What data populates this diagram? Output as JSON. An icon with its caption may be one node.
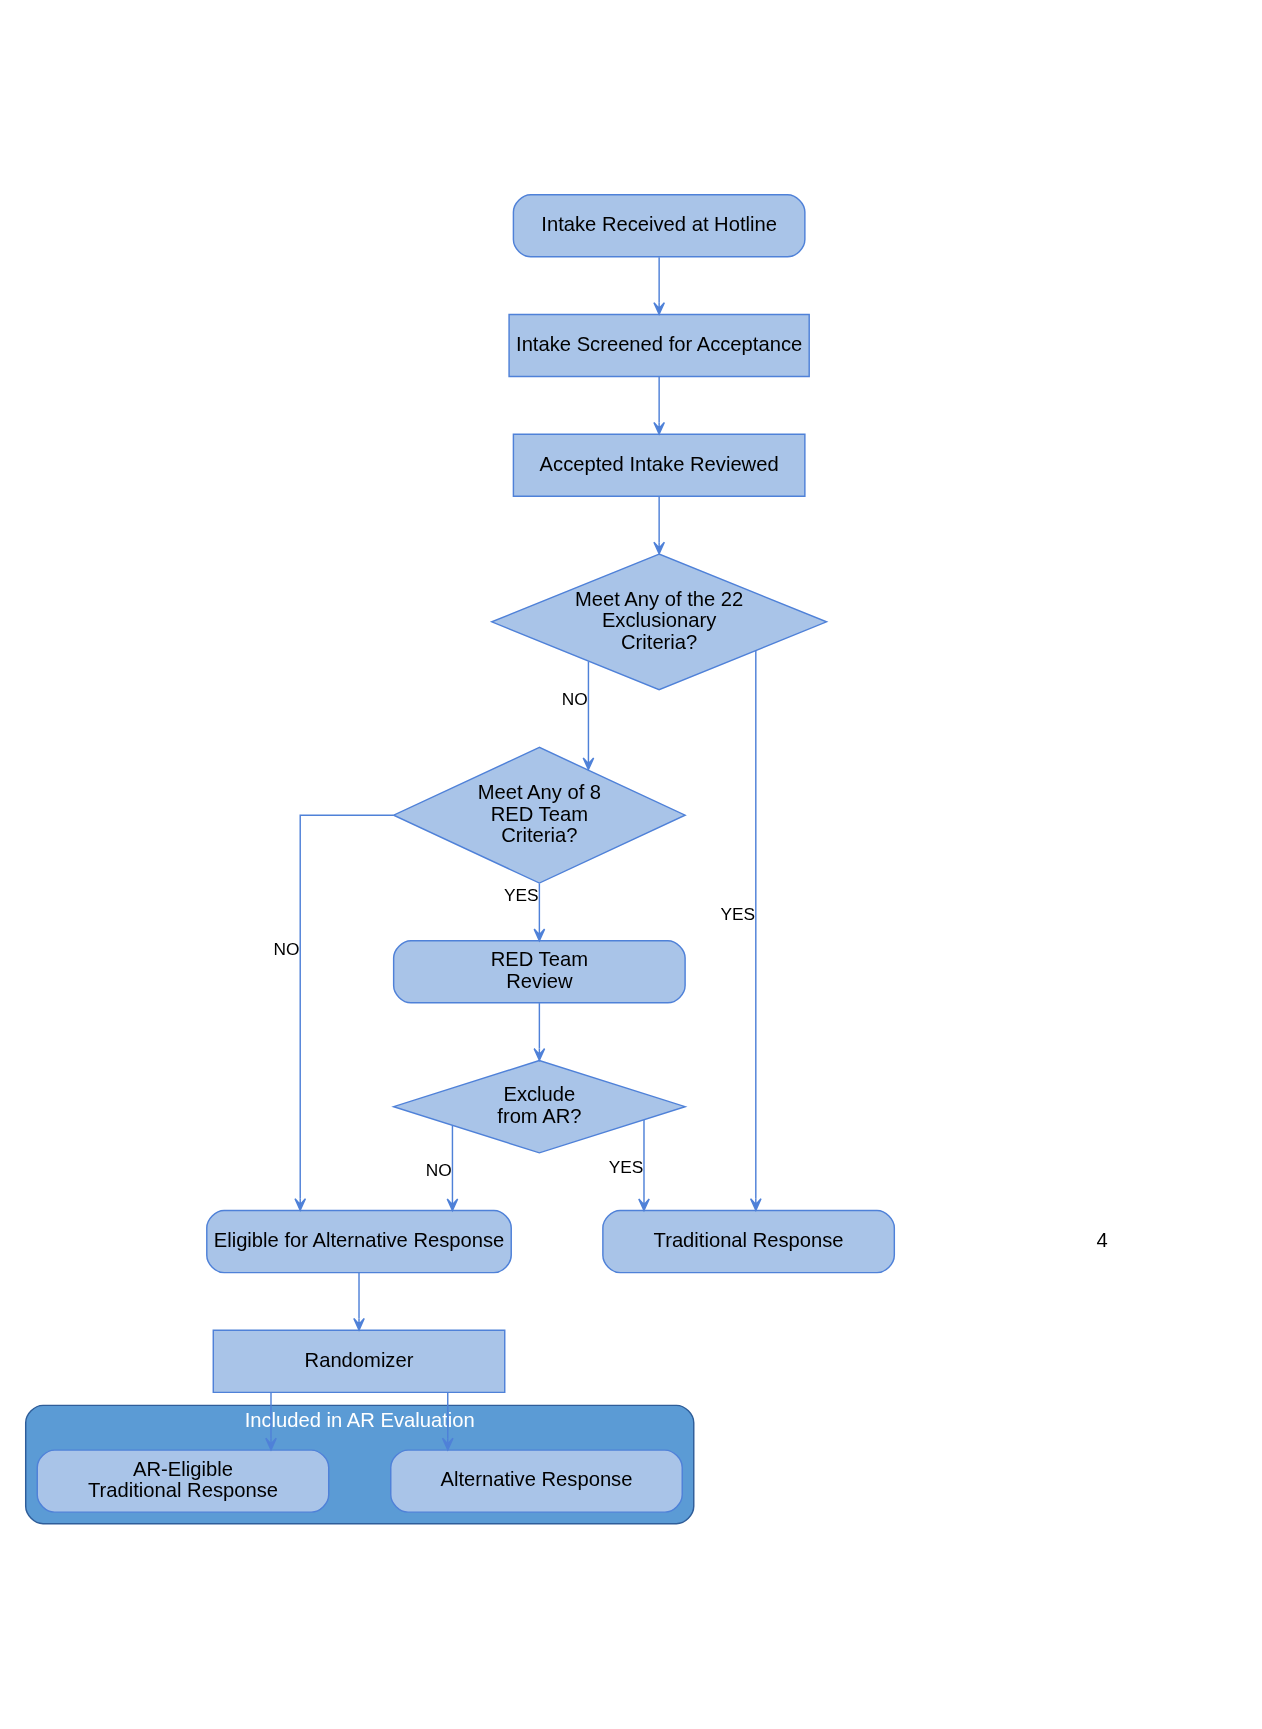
{
  "diagram": {
    "nodes": [
      {
        "text": [
          "Intake Received at Hotline"
        ]
      },
      {
        "text": [
          "Intake Screened for Acceptance"
        ]
      },
      {
        "text": [
          "Accepted Intake Reviewed"
        ]
      },
      {
        "text": [
          "Meet Any of the 22 Exclusionary Criteria?"
        ]
      },
      {
        "text": [
          "Meet Any of 8 RED Team Criteria?"
        ]
      },
      {
        "text": [
          "RED Team Review"
        ]
      },
      {
        "text": [
          "Exclude from AR?"
        ]
      },
      {
        "text": [
          "Eligible for Alternative Response"
        ]
      },
      {
        "text": [
          "Randomizer"
        ]
      },
      {
        "text": [
          "Included in AR Evaluation"
        ]
      },
      {
        "text": [
          "Alternative Response"
        ],
        "in": 9
      },
      {
        "text": [
          "AR-Eligible Traditional Response"
        ],
        "in": 9
      },
      {
        "text": [
          "Traditional Response"
        ]
      }
    ],
    "edges": [
      {
        "from": 0,
        "to": 1,
        "arrow": "to"
      },
      {
        "from": 1,
        "to": 2,
        "arrow": "to"
      },
      {
        "from": 2,
        "to": 3,
        "arrow": "to"
      },
      {
        "from": 3,
        "to": 12,
        "arrow": "to",
        "label": "YES"
      },
      {
        "from": 3,
        "to": 4,
        "arrow": "to",
        "label": "NO"
      },
      {
        "from": 4,
        "to": 5,
        "arrow": "to",
        "label": "YES"
      },
      {
        "from": 4,
        "to": 7,
        "arrow": "to",
        "label": "NO"
      },
      {
        "from": 5,
        "to": 6,
        "arrow": "to"
      },
      {
        "from": 6,
        "to": 7,
        "arrow": "to",
        "label": "NO"
      },
      {
        "from": 6,
        "to": 12,
        "arrow": "to",
        "label": "YES"
      },
      {
        "from": 7,
        "to": 8,
        "arrow": "to"
      },
      {
        "from": 8,
        "to": 10,
        "arrow": "to"
      },
      {
        "from": 8,
        "to": 11,
        "arrow": "to"
      }
    ],
    "labels": [
      "4"
    ]
  }
}
